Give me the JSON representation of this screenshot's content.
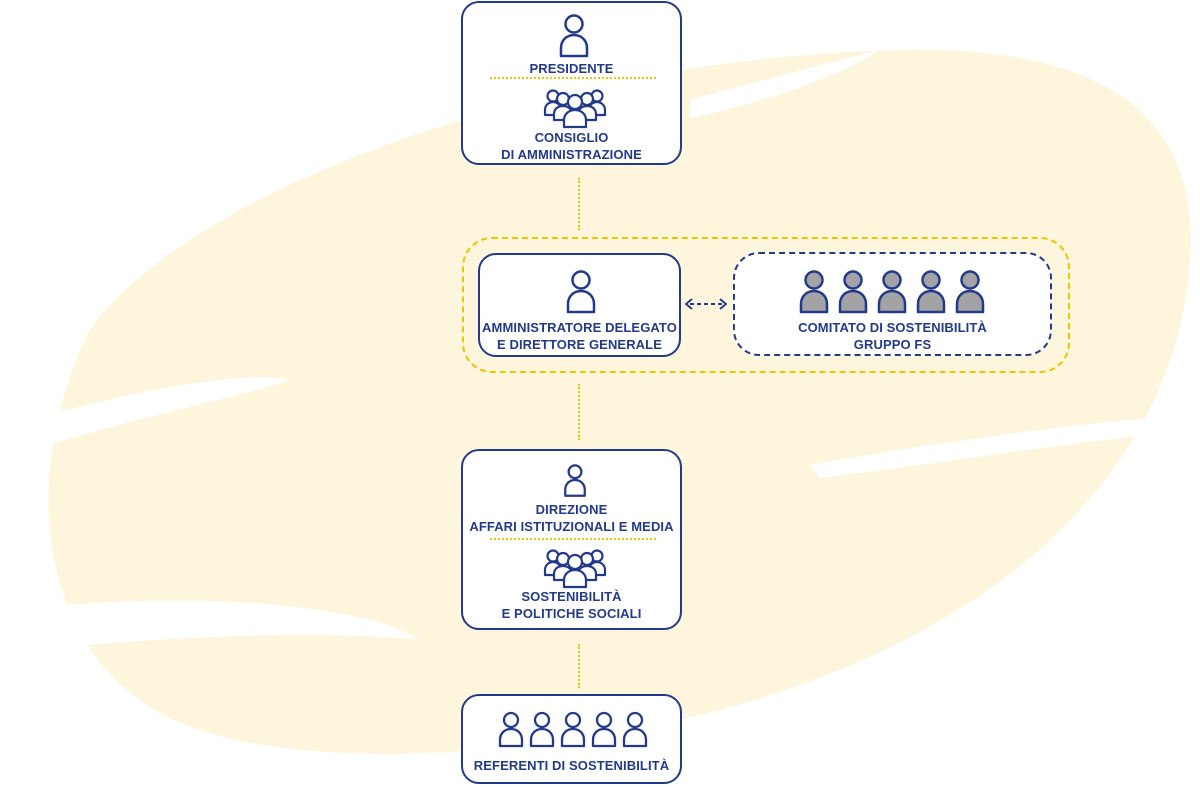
{
  "nodes": {
    "presidente": {
      "label": "PRESIDENTE",
      "icon": "person-icon"
    },
    "consiglio": {
      "label": "CONSIGLIO\nDI AMMINISTRAZIONE",
      "icon": "group-icon"
    },
    "amministratore": {
      "label": "AMMINISTRATORE DELEGATO\nE DIRETTORE GENERALE",
      "icon": "person-icon"
    },
    "comitato": {
      "label": "COMITATO DI SOSTENIBILITÀ\nGRUPPO FS",
      "icon": "five-persons-gray-icon"
    },
    "direzione": {
      "label": "DIREZIONE\nAFFARI ISTITUZIONALI E MEDIA",
      "icon": "person-icon"
    },
    "sostenibilita": {
      "label": "SOSTENIBILITÀ\nE POLITICHE SOCIALI",
      "icon": "group-icon"
    },
    "referenti": {
      "label": "REFERENTI DI SOSTENIBILITÀ",
      "icon": "five-persons-icon"
    }
  },
  "colors": {
    "navy": "#233a8b",
    "yellow": "#f2c300",
    "background_blob": "#fdf5dc",
    "gray_person_fill": "#a3a3a6"
  }
}
